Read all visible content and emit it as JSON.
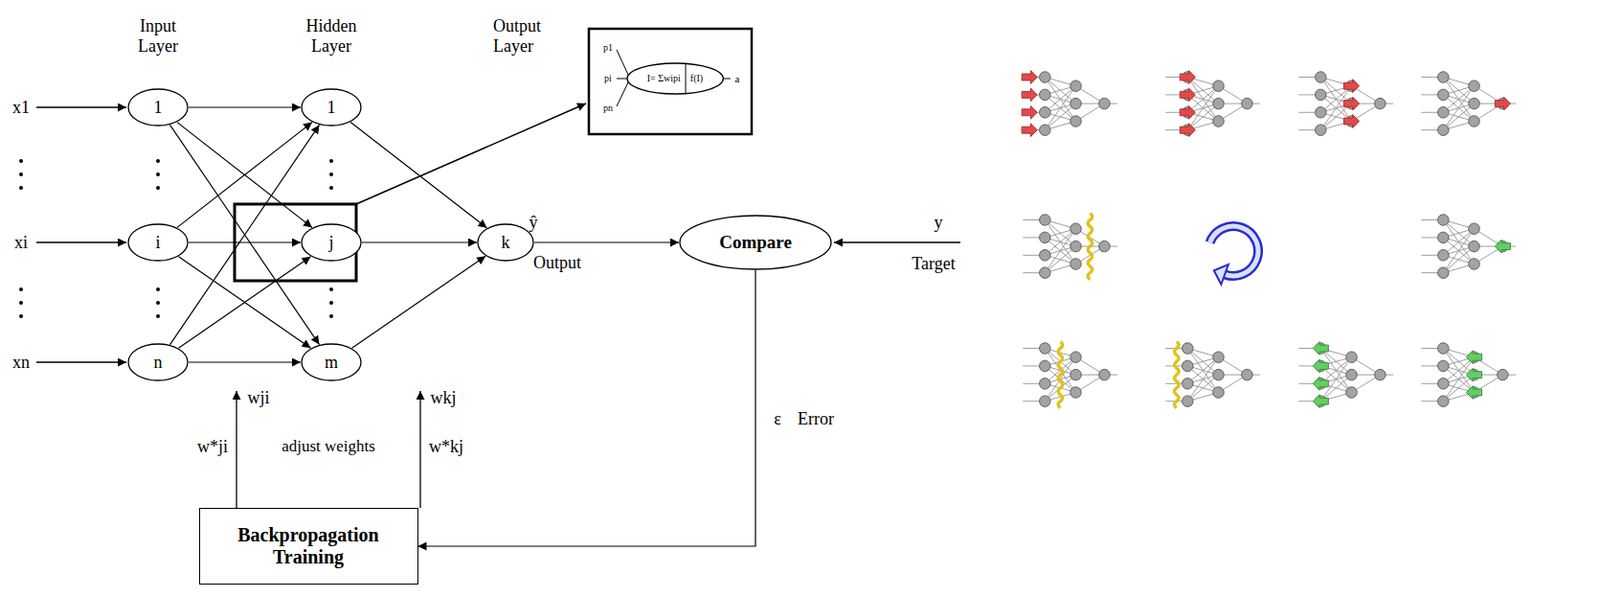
{
  "diagram": {
    "nodes": [
      {
        "text": [
          "1"
        ]
      },
      {
        "text": [
          "i"
        ]
      },
      {
        "text": [
          "n"
        ]
      },
      {
        "text": [
          "1"
        ]
      },
      {
        "text": [
          "j"
        ]
      },
      {
        "text": [
          "m"
        ]
      },
      {
        "text": [
          "k"
        ]
      },
      {
        "text": [
          "Compare"
        ]
      },
      {
        "text": [
          "Backpropagation Training"
        ]
      },
      {
        "text": [
          "I= Σwipi",
          "f(I)"
        ]
      }
    ],
    "edges": [
      {
        "from": 0,
        "to": 3,
        "arrow": "to"
      },
      {
        "from": 0,
        "to": 4,
        "arrow": "to"
      },
      {
        "from": 0,
        "to": 5,
        "arrow": "to"
      },
      {
        "from": 1,
        "to": 3,
        "arrow": "to"
      },
      {
        "from": 1,
        "to": 4,
        "arrow": "to"
      },
      {
        "from": 1,
        "to": 5,
        "arrow": "to"
      },
      {
        "from": 2,
        "to": 3,
        "arrow": "to"
      },
      {
        "from": 2,
        "to": 4,
        "arrow": "to"
      },
      {
        "from": 2,
        "to": 5,
        "arrow": "to"
      },
      {
        "from": 3,
        "to": 6,
        "arrow": "to"
      },
      {
        "from": 4,
        "to": 6,
        "arrow": "to"
      },
      {
        "from": 5,
        "to": 6,
        "arrow": "to"
      },
      {
        "from": 6,
        "to": 7,
        "label": "Output",
        "arrow": "to"
      },
      {
        "from": 7,
        "to": 8,
        "label": "Error",
        "arrow": "to"
      }
    ],
    "labels": [
      "Input Layer",
      "Hidden Layer",
      "Output Layer",
      "x1",
      "xi",
      "xn",
      "ŷ",
      "y",
      "Target",
      "ε",
      "wji",
      "wkj",
      "w*ji",
      "adjust weights",
      "w*kj",
      "p1",
      "pi",
      "pn",
      "a"
    ]
  }
}
